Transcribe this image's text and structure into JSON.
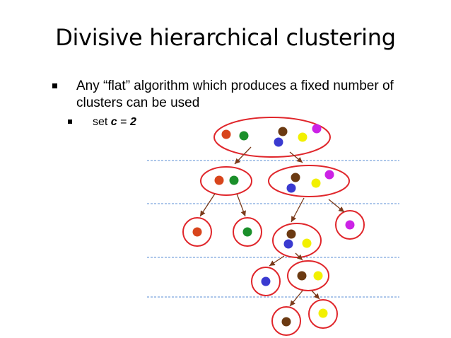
{
  "slide": {
    "title": "Divisive hierarchical clustering",
    "bullets": [
      {
        "text": "Any “flat” algorithm which produces a fixed number of clusters can be used"
      }
    ],
    "sub_bullet": {
      "prefix": "set ",
      "var": "c",
      "equals": " = ",
      "value": "2"
    }
  },
  "colors": {
    "outline": "#e0262b",
    "arrow": "#7a3a1a",
    "separator": "#5b8fd4",
    "red": "#d8451c",
    "green": "#1a8f2a",
    "brown": "#6b3a12",
    "blue": "#3a3ad0",
    "yellow": "#f2f000",
    "magenta": "#cc22e6"
  }
}
